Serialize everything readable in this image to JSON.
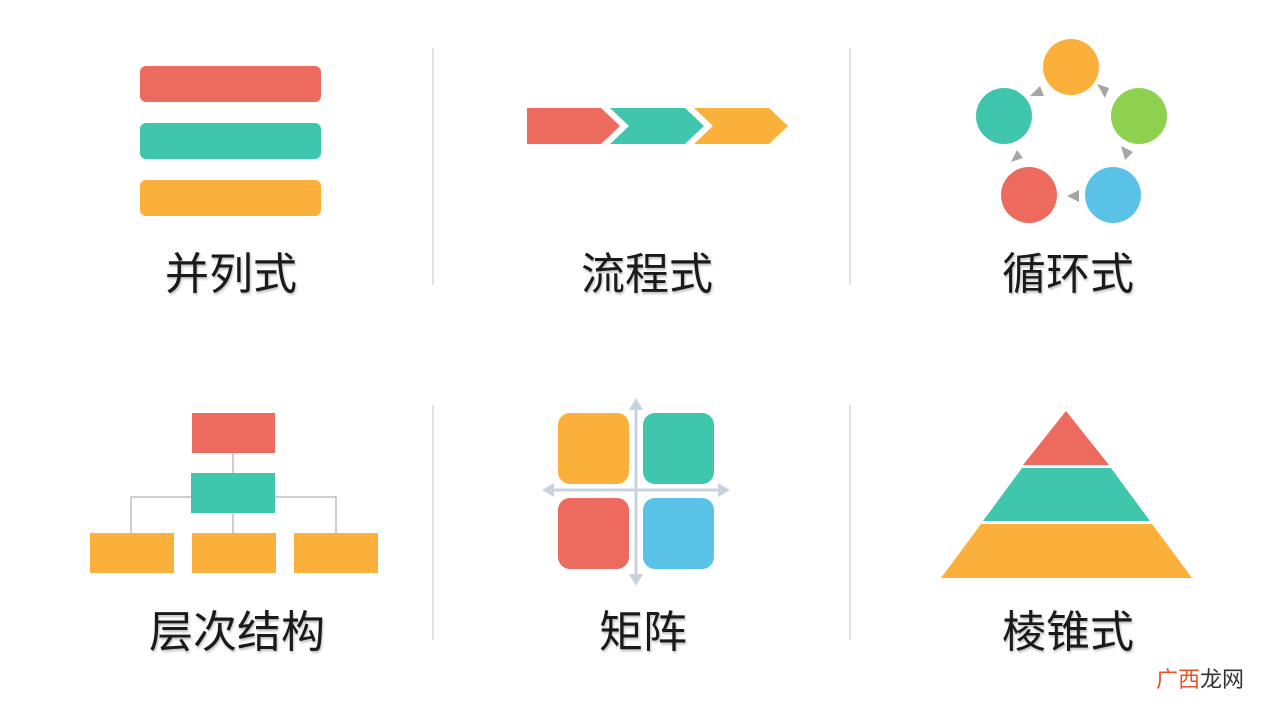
{
  "colors": {
    "red": "#ec6a5e",
    "teal": "#3fc6ad",
    "orange": "#fbb03b",
    "green": "#8dd14f",
    "blue": "#5bc2e7",
    "arrow_gray": "#a6a6a6",
    "divider": "#d9d9d9",
    "axis": "#c9d3e0"
  },
  "panels": [
    {
      "label": "并列式"
    },
    {
      "label": "流程式"
    },
    {
      "label": "循环式"
    },
    {
      "label": "层次结构"
    },
    {
      "label": "矩阵"
    },
    {
      "label": "棱锥式"
    }
  ],
  "watermark": {
    "part1": "广西",
    "part2": "龙网"
  }
}
